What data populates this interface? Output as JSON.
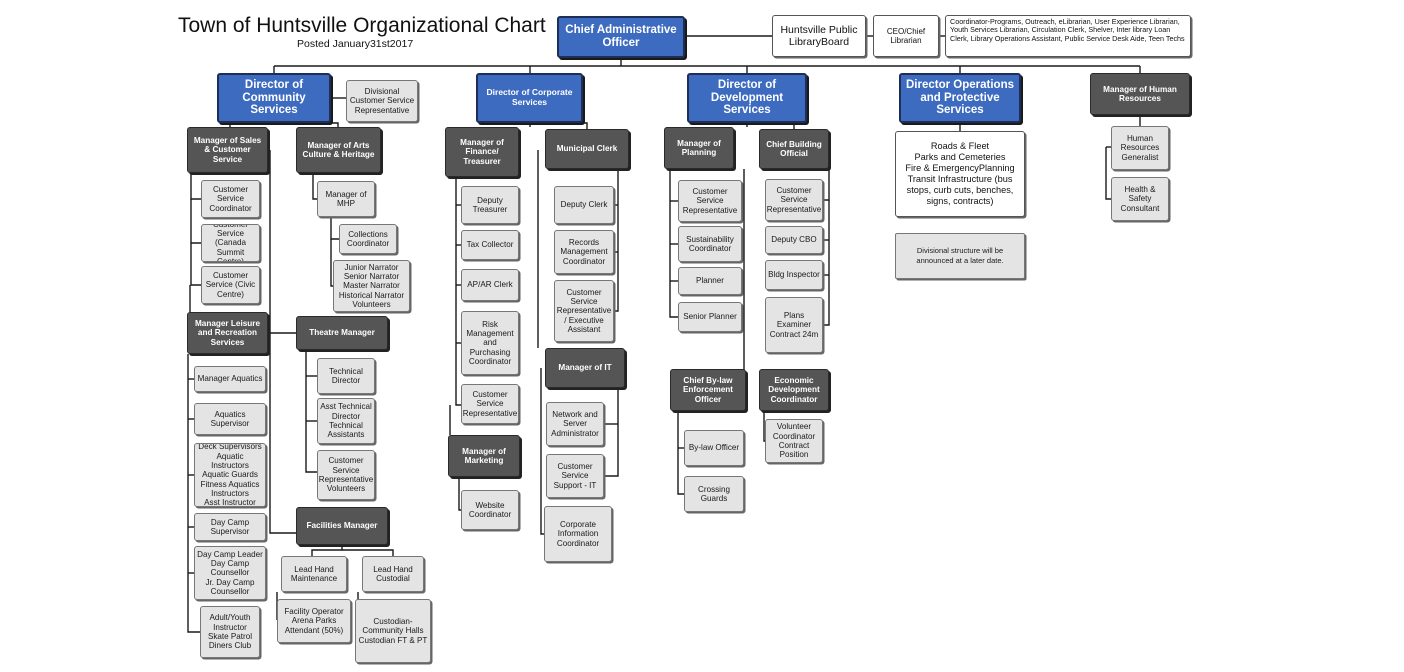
{
  "title": "Town of Huntsville Organizational Chart",
  "subtitle": "Posted January31st2017",
  "nodes": {
    "cao": "Chief Administrative\nOfficer",
    "library_board": "Huntsville Public\nLibraryBoard",
    "ceo_librarian": "CEO/Chief\nLibrarian",
    "library_staff": "Coordinator-Programs, Outreach, eLibrarian, User Experience Librarian, Youth Services Librarian, Circulation Clerk, Shelver, Inter library Loan Clerk, Library Operations Assistant, Public Service Desk Aide, Teen Techs",
    "dir_community": "Director of\nCommunity Services",
    "div_csr": "Divisional\nCustomer Service\nRepresentative",
    "mgr_sales": "Manager of Sales\n& Customer\nService",
    "cs_coord": "Customer\nService\nCoordinator",
    "cs_canada": "Customer\nService (Canada\nSummit Centre)",
    "cs_civic": "Customer\nService (Civic\nCentre)",
    "mgr_arts": "Manager of Arts\nCulture & Heritage",
    "mgr_mhp": "Manager of\nMHP",
    "collections": "Collections\nCoordinator",
    "narrators": "Junior Narrator\nSenior Narrator\nMaster Narrator\nHistorical Narrator\nVolunteers",
    "mgr_leisure": "Manager Leisure\nand Recreation\nServices",
    "mgr_aquatics": "Manager Aquatics",
    "aquatics_sup": "Aquatics\nSupervisor",
    "deck_sup": "Deck Supervisors\nAquatic Instructors\nAquatic Guards\nFitness Aquatics\nInstructors\nAsst Instructor",
    "daycamp_sup": "Day Camp\nSupervisor",
    "daycamp_leader": "Day Camp Leader\nDay Camp\nCounsellor\nJr. Day Camp\nCounsellor",
    "adult_youth": "Adult/Youth\nInstructor\nSkate Patrol\nDiners Club",
    "theatre_mgr": "Theatre Manager",
    "tech_director": "Technical\nDirector",
    "asst_tech": "Asst Technical\nDirector\nTechnical\nAssistants",
    "theatre_csr": "Customer\nService\nRepresentative\nVolunteers",
    "facilities_mgr": "Facilities Manager",
    "lead_maint": "Lead Hand\nMaintenance",
    "lead_custodial": "Lead Hand\nCustodial",
    "facility_op": "Facility Operator\nArena Parks\nAttendant (50%)",
    "custodian": "Custodian-\nCommunity Halls\nCustodian FT & PT",
    "dir_corporate": "Director of Corporate\nServices",
    "mgr_finance": "Manager of\nFinance/\nTreasurer",
    "deputy_treasurer": "Deputy\nTreasurer",
    "tax_collector": "Tax Collector",
    "apar_clerk": "AP/AR Clerk",
    "risk_mgmt": "Risk\nManagement\nand\nPurchasing\nCoordinator",
    "fin_csr": "Customer\nService\nRepresentative",
    "municipal_clerk": "Municipal Clerk",
    "deputy_clerk": "Deputy Clerk",
    "records_coord": "Records\nManagement\nCoordinator",
    "clerk_csr": "Customer\nService\nRepresentative\n/ Executive\nAssistant",
    "mgr_it": "Manager of IT",
    "network_admin": "Network and\nServer\nAdministrator",
    "cs_support_it": "Customer\nService\nSupport - IT",
    "corp_info": "Corporate\nInformation\nCoordinator",
    "mgr_marketing": "Manager of\nMarketing",
    "website_coord": "Website\nCoordinator",
    "dir_development": "Director of\nDevelopment Services",
    "mgr_planning": "Manager of\nPlanning",
    "plan_csr": "Customer\nService\nRepresentative",
    "sustainability": "Sustainability\nCoordinator",
    "planner": "Planner",
    "senior_planner": "Senior Planner",
    "chief_building": "Chief Building\nOfficial",
    "build_csr": "Customer\nService\nRepresentative",
    "deputy_cbo": "Deputy CBO",
    "bldg_inspector": "Bldg Inspector",
    "plans_examiner": "Plans\nExaminer\nContract 24m",
    "chief_bylaw": "Chief By-law\nEnforcement\nOfficer",
    "bylaw_officer": "By-law Officer",
    "crossing_guards": "Crossing\nGuards",
    "econ_dev": "Economic\nDevelopment\nCoordinator",
    "volunteer_coord": "Volunteer\nCoordinator\nContract\nPosition",
    "dir_operations": "Director Operations\nand Protective Services",
    "ops_list": "Roads & Fleet\nParks and Cemeteries\nFire & EmergencyPlanning\nTransit Infrastructure (bus\nstops, curb cuts, benches,\nsigns, contracts)",
    "ops_note": "Divisional structure will be\nannounced at a later date.",
    "mgr_hr": "Manager of Human\nResources",
    "hr_generalist": "Human\nResources\nGeneralist",
    "health_safety": "Health &\nSafety\nConsultant"
  }
}
